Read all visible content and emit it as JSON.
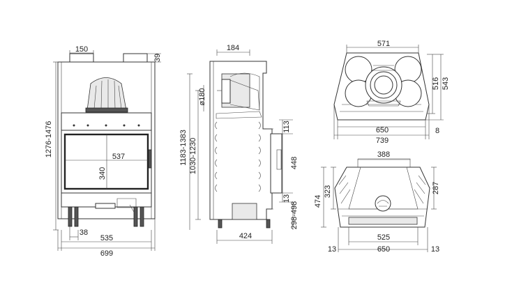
{
  "colors": {
    "line": "#333333",
    "background": "#ffffff"
  },
  "front": {
    "top_width": "150",
    "top_height": "39",
    "height_range": "1276-1476",
    "glass_width": "537",
    "glass_height": "340",
    "leg_width": "38",
    "base_width": "535",
    "overall_width": "699"
  },
  "side": {
    "flue_offset": "184",
    "flue_diameter": "ø180",
    "height_a": "1183-1383",
    "height_b": "1030-1230",
    "dim_113": "113",
    "dim_448": "448",
    "dim_13": "13",
    "dim_range": "298-498",
    "depth": "424"
  },
  "top": {
    "top_width": "571",
    "depth_a": "516",
    "depth_b": "543",
    "inner_width": "650",
    "dim_8": "8",
    "overall_width": "739"
  },
  "section": {
    "top_width": "388",
    "height_a": "323",
    "height_b": "474",
    "height_c": "287",
    "bottom_width": "525",
    "left_edge": "13",
    "width": "650",
    "right_edge": "13"
  }
}
